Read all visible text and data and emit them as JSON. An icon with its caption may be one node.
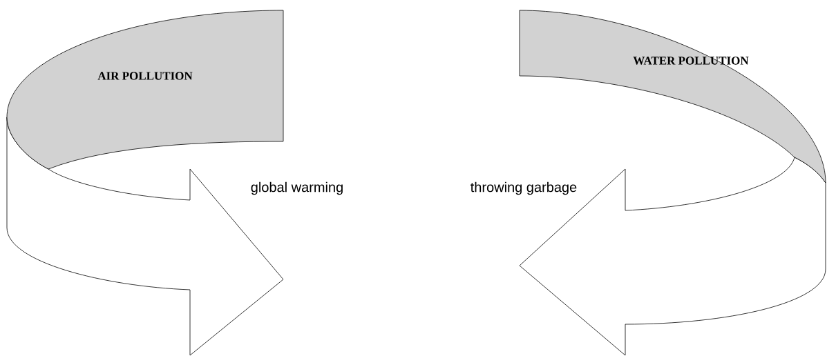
{
  "diagram": {
    "nodes": [
      {
        "text": [
          "AIR POLLUTION"
        ]
      },
      {
        "text": [
          "WATER POLLUTION"
        ]
      }
    ],
    "labels": [
      "global warming",
      "throwing garbage"
    ]
  }
}
